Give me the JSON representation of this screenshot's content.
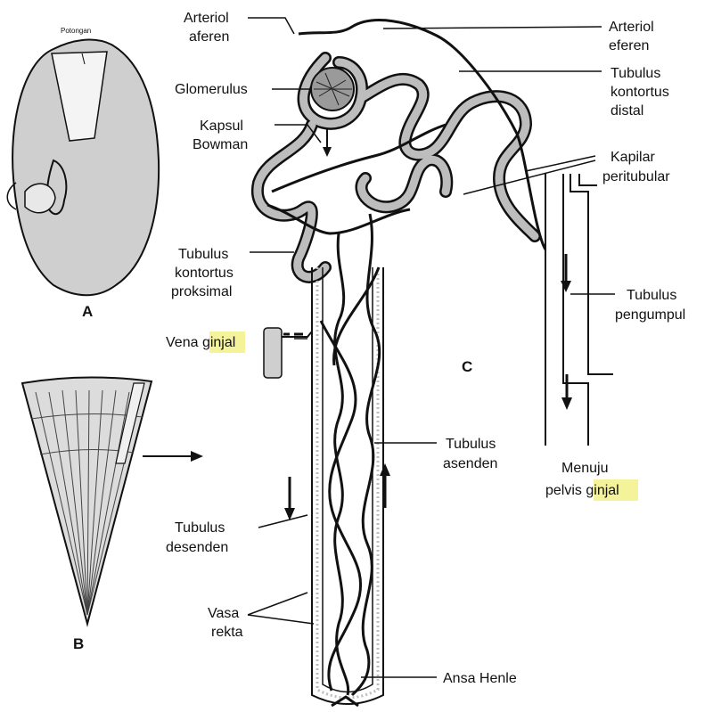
{
  "panels": {
    "a": "A",
    "b": "B",
    "c": "C"
  },
  "kidney_cut_label": "Potongan",
  "labels": {
    "arteriol_aferen": [
      "Arteriol",
      "aferen"
    ],
    "arteriol_eferen": [
      "Arteriol",
      "eferen"
    ],
    "glomerulus": "Glomerulus",
    "kapsul_bowman": [
      "Kapsul",
      "Bowman"
    ],
    "tubulus_kontortus_distal": [
      "Tubulus",
      "kontortus",
      "distal"
    ],
    "kapilar_peritubular": [
      "Kapilar",
      "peritubular"
    ],
    "tubulus_kontortus_proksimal": [
      "Tubulus",
      "kontortus",
      "proksimal"
    ],
    "tubulus_pengumpul": [
      "Tubulus",
      "pengumpul"
    ],
    "vena_ginjal_prefix": "Vena ",
    "vena_ginjal_highlight": "ginjal",
    "tubulus_asenden": [
      "Tubulus",
      "asenden"
    ],
    "menuju_pelvis_line1": "Menuju",
    "menuju_pelvis_prefix": "pelvis ",
    "menuju_pelvis_highlight": "ginjal",
    "tubulus_desenden": [
      "Tubulus",
      "desenden"
    ],
    "vasa_rekta": [
      "Vasa",
      "rekta"
    ],
    "ansa_henle": "Ansa Henle"
  },
  "colors": {
    "highlight": "#f4f39a",
    "ink": "#111111",
    "tubule_fill": "#bdbdbd"
  }
}
